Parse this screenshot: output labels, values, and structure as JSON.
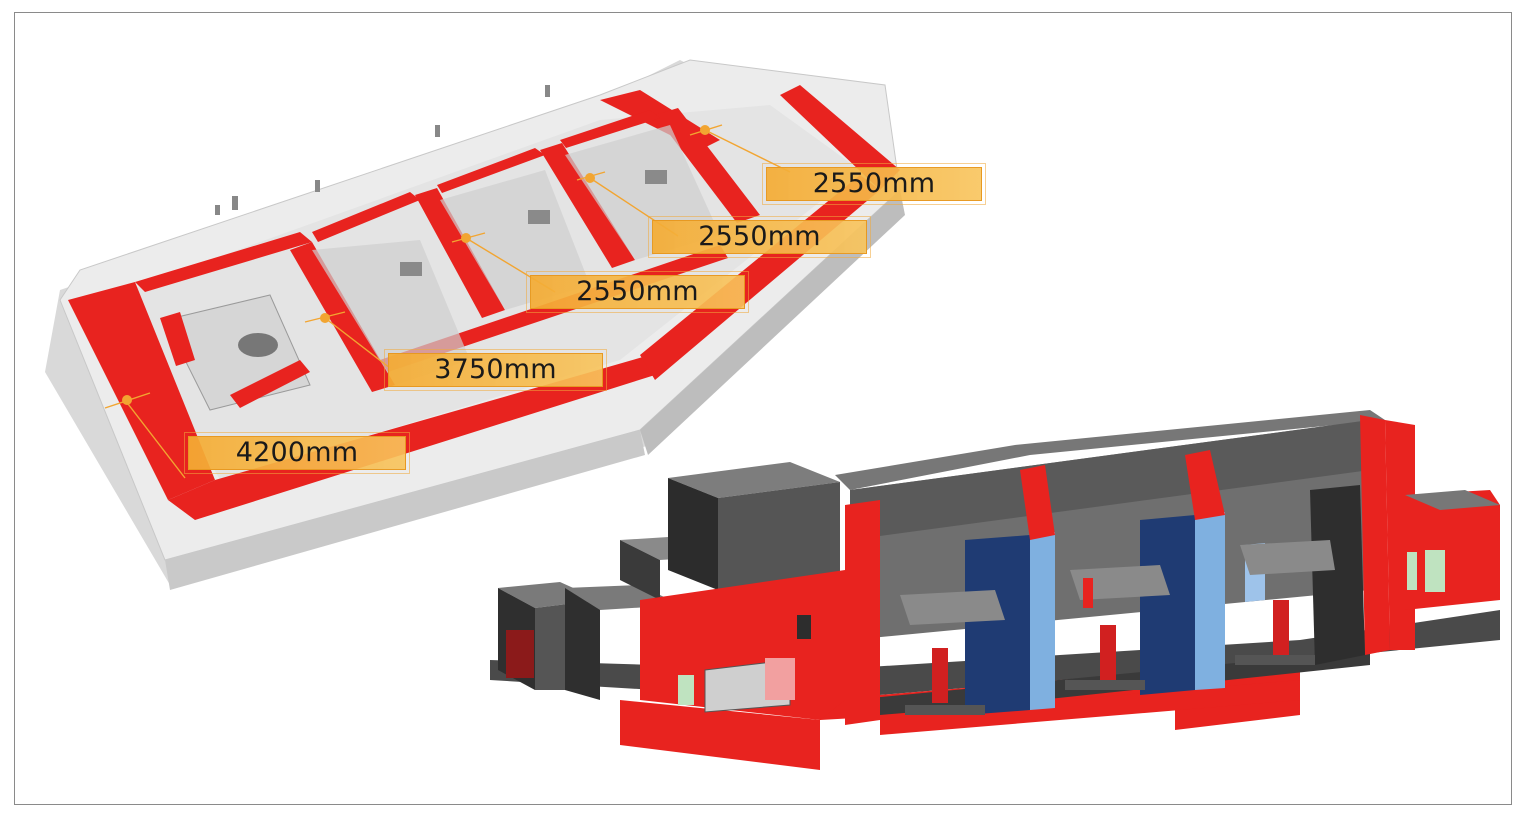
{
  "dimensions": [
    {
      "id": "dim-1",
      "text": "2550mm"
    },
    {
      "id": "dim-2",
      "text": "2550mm"
    },
    {
      "id": "dim-3",
      "text": "2550mm"
    },
    {
      "id": "dim-4",
      "text": "3750mm"
    },
    {
      "id": "dim-5",
      "text": "4200mm"
    }
  ],
  "colors": {
    "cut_wall": "#e8231f",
    "concrete": "#5a5a5a",
    "concrete_light": "#bdbdbd",
    "column_dark": "#1f3b73",
    "column_light": "#7fb0e0",
    "window_green": "#bfe3c0",
    "label_fill": "#f4ac34",
    "frame_border": "#8a8a8a"
  }
}
